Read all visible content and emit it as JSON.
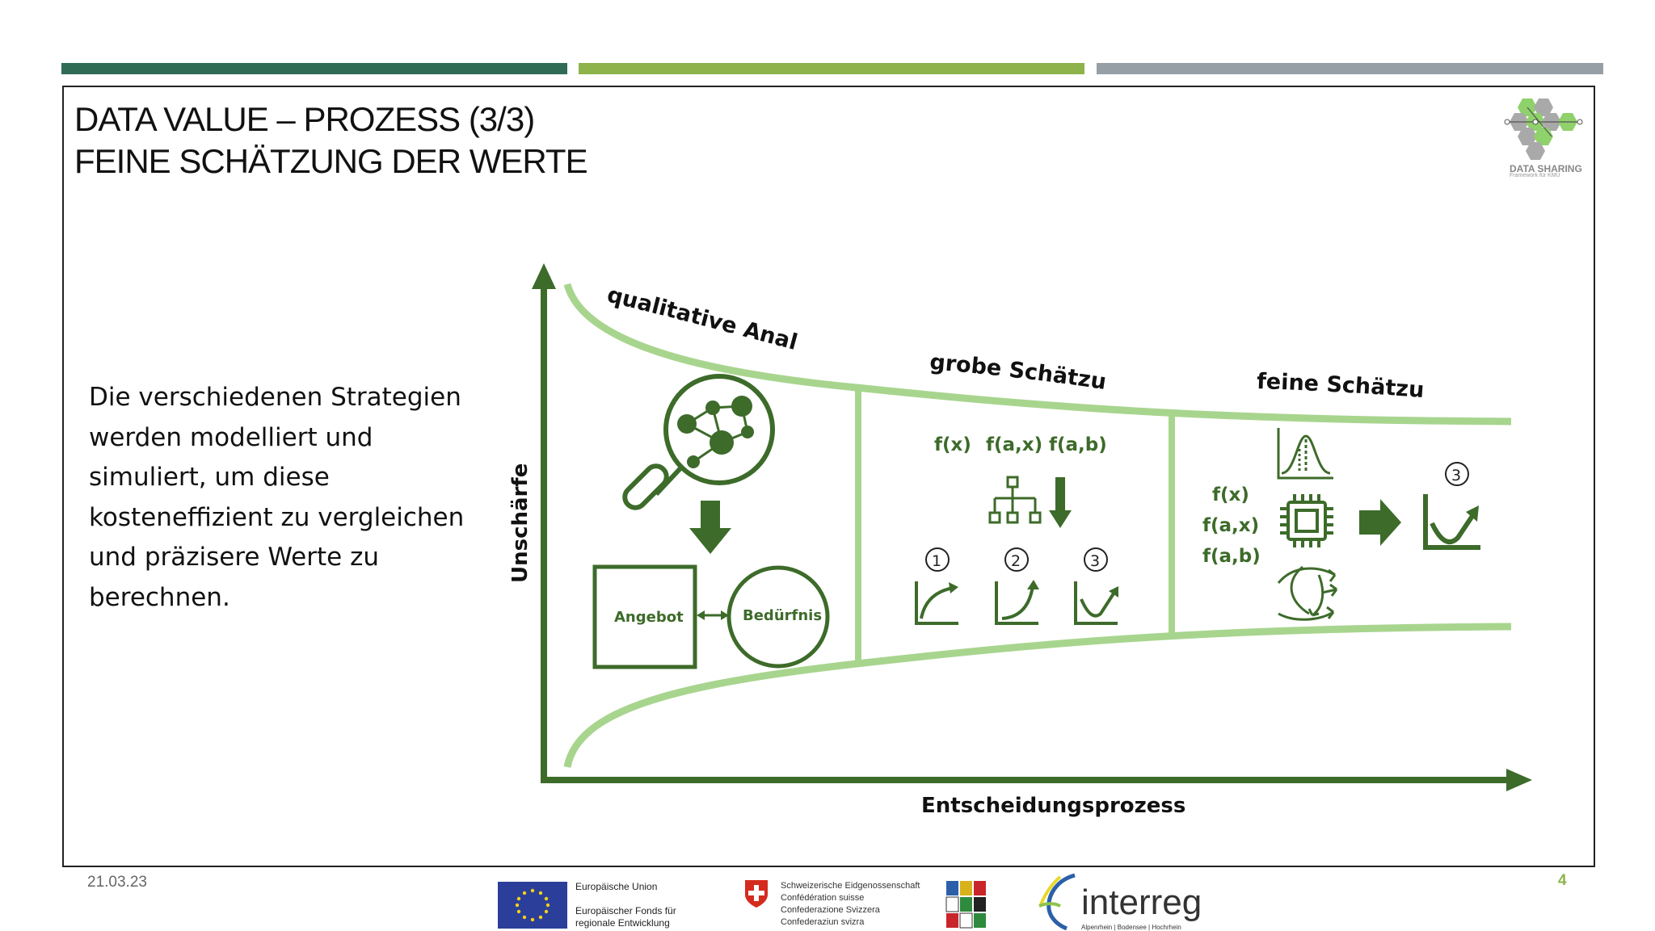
{
  "slide": {
    "title_line1": "DATA VALUE – PROZESS (3/3)",
    "title_line2": "FEINE SCHÄTZUNG DER WERTE",
    "body_lines": [
      "Die verschiedenen Strategien",
      "werden modelliert und",
      "simuliert, um diese",
      "kosteneffizient zu vergleichen",
      "und präzisere Werte zu",
      "berechnen."
    ],
    "date": "21.03.23",
    "page_number": "4"
  },
  "colors": {
    "bar1": "#2f6b55",
    "bar2": "#8db34a",
    "bar3": "#979fa6",
    "dark_green": "#3d6b2a",
    "light_green": "#a8d58e"
  },
  "diagram": {
    "y_axis_label": "Unschärfe",
    "x_axis_label": "Entscheidungsprozess",
    "phase1_label": "qualitative Analyse",
    "phase2_label": "grobe Schätzung",
    "phase3_label": "feine Schätzung",
    "angebot": "Angebot",
    "beduerfnis": "Bedürfnis",
    "formulas_row": [
      "f(x)",
      "f(a,x)",
      "f(a,b)"
    ],
    "formulas_col": [
      "f(x)",
      "f(a,x)",
      "f(a,b)"
    ],
    "numbers": [
      "1",
      "2",
      "3"
    ],
    "final_number": "3",
    "icons": [
      "network-search-icon",
      "down-arrow-icon",
      "hierarchy-icon",
      "growth-chart-icon",
      "bell-curve-icon",
      "cpu-chip-icon",
      "arrows-cycle-icon",
      "right-arrow-icon"
    ]
  },
  "logos": {
    "data_sharing": "DATA SHARING",
    "data_sharing_sub": "Framework für KMU",
    "eu_line1": "Europäische Union",
    "eu_line2": "Europäischer Fonds für",
    "eu_line3": "regionale Entwicklung",
    "ch_line1": "Schweizerische Eidgenossenschaft",
    "ch_line2": "Confédération suisse",
    "ch_line3": "Confederazione Svizzera",
    "ch_line4": "Confederaziun svizra",
    "interreg": "interreg",
    "interreg_sub": "Alpenrhein | Bodensee | Hochrhein"
  }
}
